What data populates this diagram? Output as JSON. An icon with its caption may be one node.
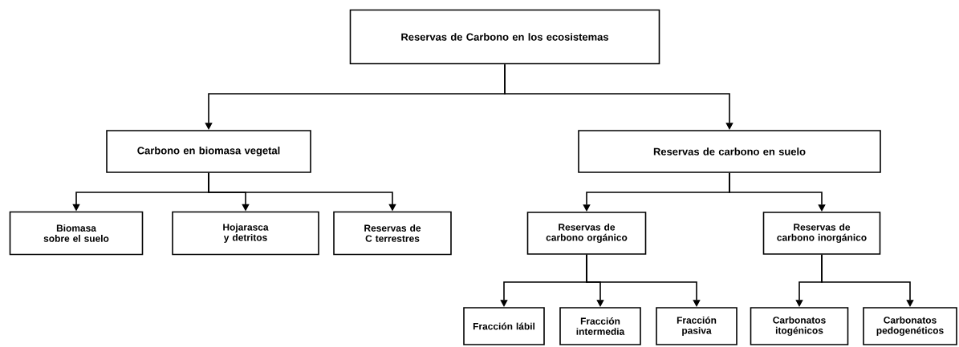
{
  "diagram": {
    "nodes": [
      {
        "text": [
          "Reservas de Carbono en los ecosistemas"
        ]
      },
      {
        "text": [
          "Carbono en biomasa vegetal"
        ]
      },
      {
        "text": [
          "Reservas de carbono en suelo"
        ]
      },
      {
        "text": [
          "Biomasa sobre el suelo"
        ]
      },
      {
        "text": [
          "Hojarasca y detritos"
        ]
      },
      {
        "text": [
          "Reservas de C terrestres"
        ]
      },
      {
        "text": [
          "Reservas de carbono orgánico"
        ]
      },
      {
        "text": [
          "Reservas de carbono inorgánico"
        ]
      },
      {
        "text": [
          "Fracción lábil"
        ]
      },
      {
        "text": [
          "Fracción intermedia"
        ]
      },
      {
        "text": [
          "Fracción pasiva"
        ]
      },
      {
        "text": [
          "Carbonatos itogénicos"
        ]
      },
      {
        "text": [
          "Carbonatos pedogenéticos"
        ]
      }
    ],
    "edges": [
      {
        "from": 0,
        "to": 1,
        "arrow": "to"
      },
      {
        "from": 0,
        "to": 2,
        "arrow": "to"
      },
      {
        "from": 1,
        "to": 3,
        "arrow": "to"
      },
      {
        "from": 1,
        "to": 4,
        "arrow": "to"
      },
      {
        "from": 1,
        "to": 5,
        "arrow": "to"
      },
      {
        "from": 2,
        "to": 6,
        "arrow": "to"
      },
      {
        "from": 2,
        "to": 7,
        "arrow": "to"
      },
      {
        "from": 6,
        "to": 8,
        "arrow": "to"
      },
      {
        "from": 6,
        "to": 9,
        "arrow": "to"
      },
      {
        "from": 6,
        "to": 10,
        "arrow": "to"
      },
      {
        "from": 7,
        "to": 11,
        "arrow": "to"
      },
      {
        "from": 7,
        "to": 12,
        "arrow": "to"
      }
    ]
  }
}
